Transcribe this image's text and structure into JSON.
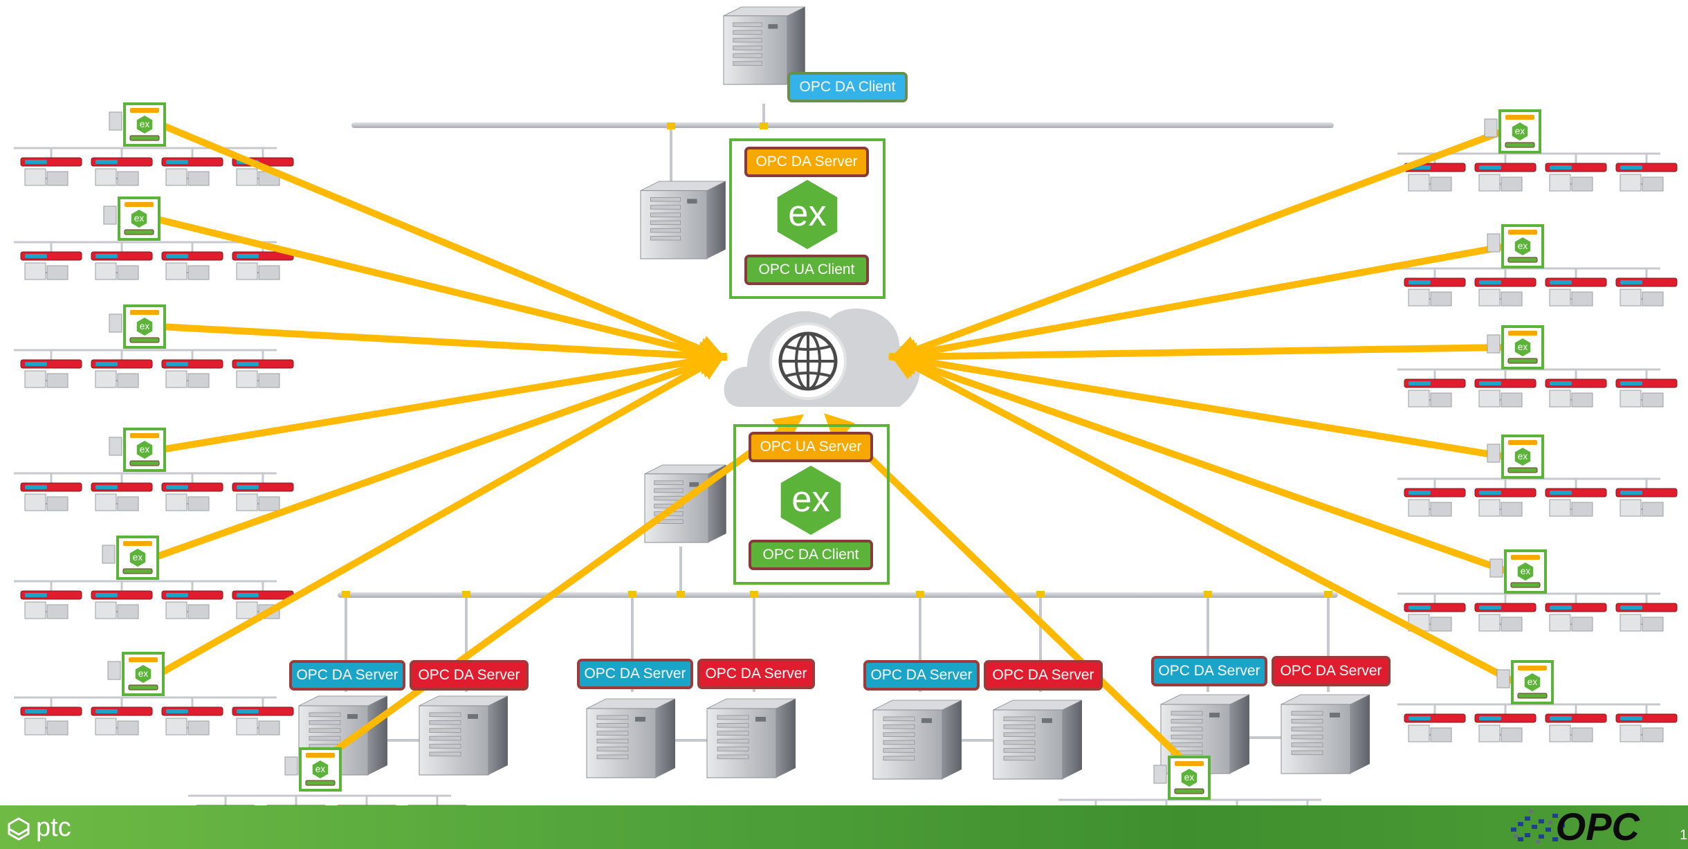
{
  "labels": {
    "top_client": "OPC DA Client",
    "upper_server": "OPC DA Server",
    "upper_client": "OPC UA Client",
    "lower_server": "OPC UA Server",
    "lower_client": "OPC DA Client",
    "ex_text": "ex"
  },
  "server_pairs": [
    {
      "left": "OPC DA Server",
      "right": "OPC DA Server"
    },
    {
      "left": "OPC DA Server",
      "right": "OPC DA Server"
    },
    {
      "left": "OPC DA Server",
      "right": "OPC DA Server"
    },
    {
      "left": "OPC DA Server",
      "right": "OPC DA Server"
    }
  ],
  "footer": {
    "brand": "ptc",
    "opc_logo_text": "OPC",
    "page_number": "1"
  },
  "colors": {
    "arrow": "#ffb900",
    "ex_green": "#5cb33a",
    "bus_gray": "#c8cbd0",
    "da_server_cyan": "#1aa4c8",
    "da_server_red": "#e01d2e",
    "client_sky": "#33b3ea",
    "server_orange": "#f7a800",
    "footer_green": "#4fa23a"
  },
  "icons": [
    "globe-icon",
    "cloud-icon",
    "server-icon",
    "ex-logo-icon",
    "plc-device-icon",
    "arrow-icon"
  ]
}
